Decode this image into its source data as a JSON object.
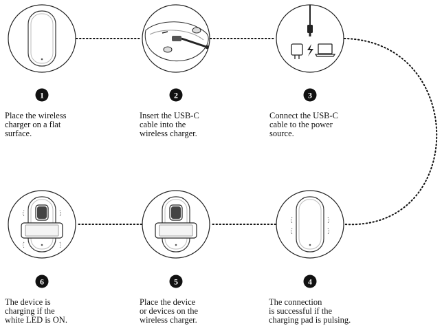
{
  "steps": [
    {
      "number": "1",
      "text": "Place the wireless\ncharger on a flat\nsurface."
    },
    {
      "number": "2",
      "text": "Insert the USB-C\ncable into the\nwireless charger."
    },
    {
      "number": "3",
      "text": "Connect the USB-C\ncable to the power\nsource."
    },
    {
      "number": "4",
      "text": "The connection\nis successful if the\ncharging pad is pulsing."
    },
    {
      "number": "5",
      "text": "Place the device\nor devices on the\nwireless charger."
    },
    {
      "number": "6",
      "text": "The device is\ncharging if the\nwhite LED is ON."
    }
  ],
  "icons": {
    "step1": "charger-pad-icon",
    "step2": "usb-c-insert-icon",
    "step3": "power-source-icon",
    "step4": "pulsing-charger-icon",
    "step5": "devices-on-charger-icon",
    "step6": "charging-led-icon"
  }
}
